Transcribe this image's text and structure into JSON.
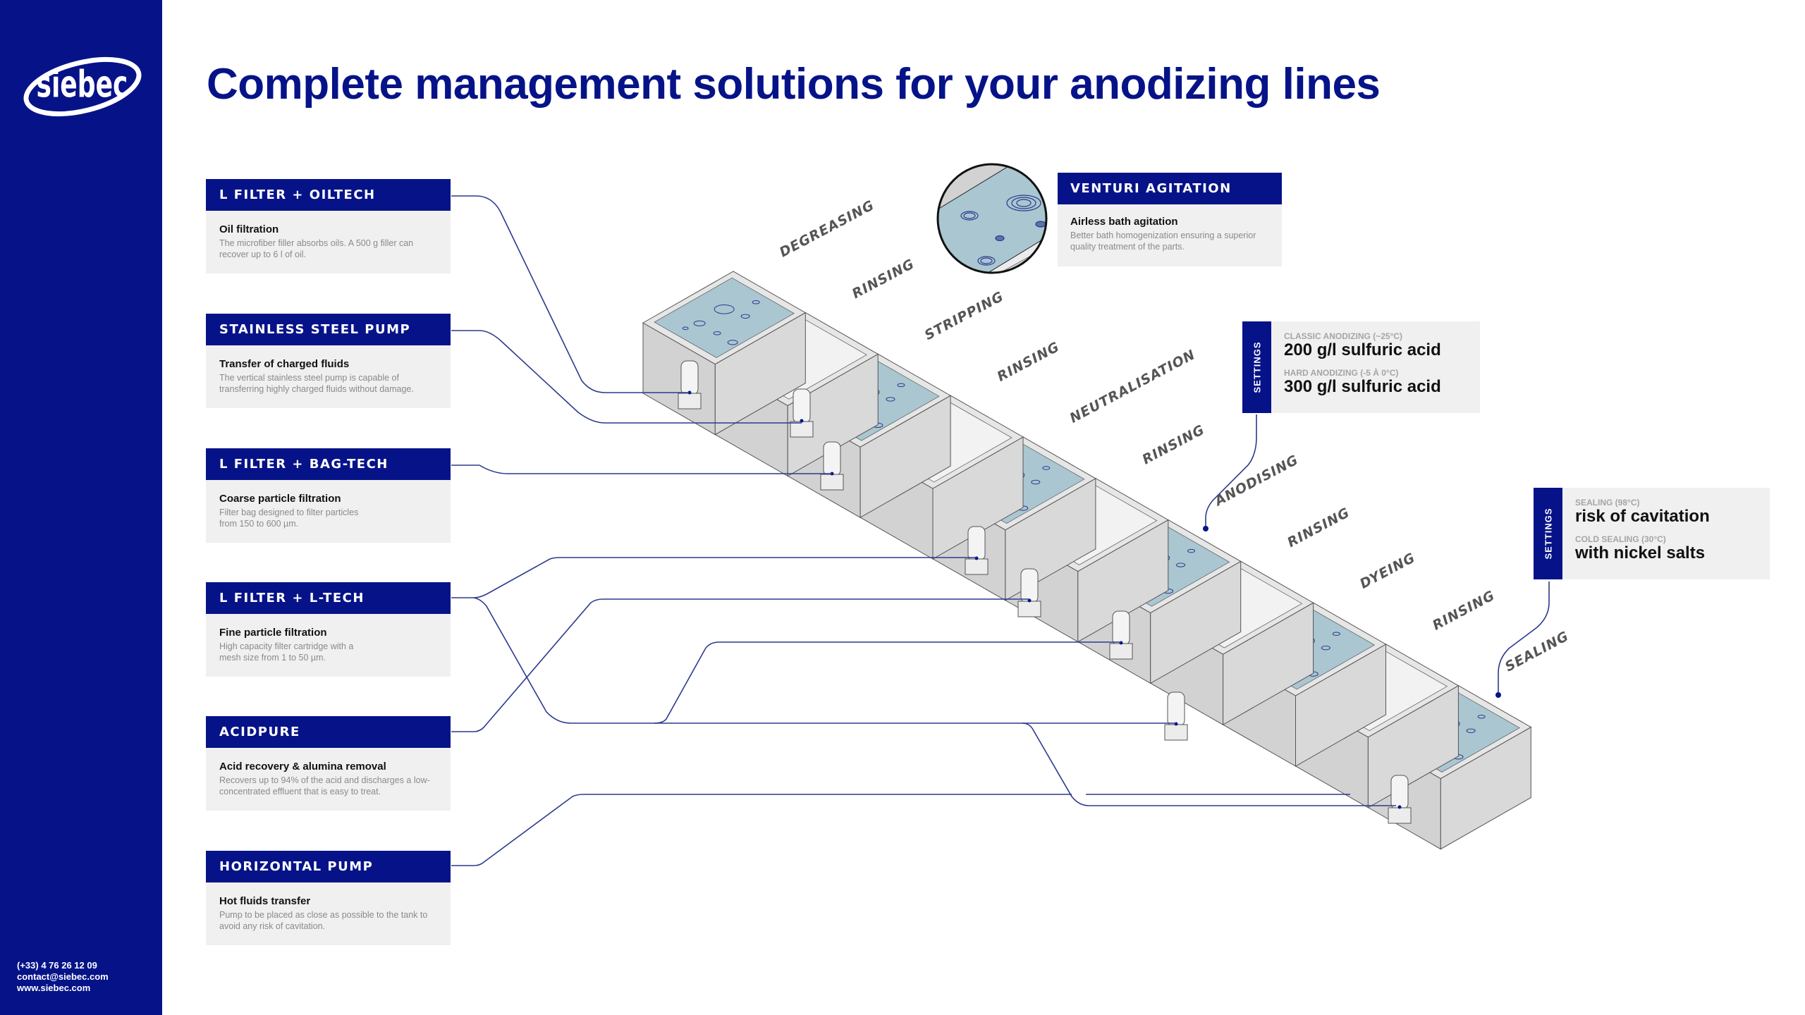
{
  "brand": {
    "logo_text": "siebec",
    "contact": {
      "phone": "(+33) 4 76 26 12 09",
      "email": "contact@siebec.com",
      "website": "www.siebec.com"
    }
  },
  "page_title": "Complete management solutions for your anodizing lines",
  "colors": {
    "brand_blue": "#061388",
    "card_bg": "#f0f0f0",
    "liquid": "#aac6d1",
    "tank_gray": "#d2d2d2",
    "connector": "#2c3a8c"
  },
  "products": [
    {
      "name": "L FILTER + OILTECH",
      "subtitle": "Oil filtration",
      "description": "The microfiber filler absorbs oils. A 500 g filler can recover up to 6 l of oil."
    },
    {
      "name": "STAINLESS STEEL PUMP",
      "subtitle": "Transfer of charged fluids",
      "description": "The vertical stainless steel pump is capable of transferring highly charged fluids without damage."
    },
    {
      "name": "L FILTER + BAG-TECH",
      "subtitle": "Coarse particle filtration",
      "description": "Filter bag designed to filter particles from 150 to 600 µm."
    },
    {
      "name": "L FILTER + L-TECH",
      "subtitle": "Fine particle filtration",
      "description": "High capacity filter cartridge with a mesh size from 1 to 50 µm."
    },
    {
      "name": "ACIDPURE",
      "subtitle": "Acid recovery & alumina removal",
      "description": "Recovers up to 94% of the acid and discharges a low-concentrated effluent that is easy to treat."
    },
    {
      "name": "HORIZONTAL PUMP",
      "subtitle": "Hot fluids transfer",
      "description": "Pump to be placed as close as possible to the tank to avoid any risk of cavitation."
    }
  ],
  "venturi": {
    "name": "VENTURI AGITATION",
    "subtitle": "Airless bath agitation",
    "description": "Better bath homogenization ensuring a superior quality treatment of the parts."
  },
  "settings_anodizing": {
    "tab_label": "SETTINGS",
    "items": [
      {
        "label": "CLASSIC ANODIZING (~25°C)",
        "value": "200 g/l sulfuric acid"
      },
      {
        "label": "HARD ANODIZING (-5 À 0°C)",
        "value": "300 g/l sulfuric acid"
      }
    ]
  },
  "settings_sealing": {
    "tab_label": "SETTINGS",
    "items": [
      {
        "label": "SEALING (98°C)",
        "value": "risk of cavitation"
      },
      {
        "label": "COLD SEALING (30°C)",
        "value": "with nickel salts"
      }
    ]
  },
  "stages": [
    "DEGREASING",
    "RINSING",
    "STRIPPING",
    "RINSING",
    "NEUTRALISATION",
    "RINSING",
    "ANODISING",
    "RINSING",
    "DYEING",
    "RINSING",
    "SEALING"
  ]
}
